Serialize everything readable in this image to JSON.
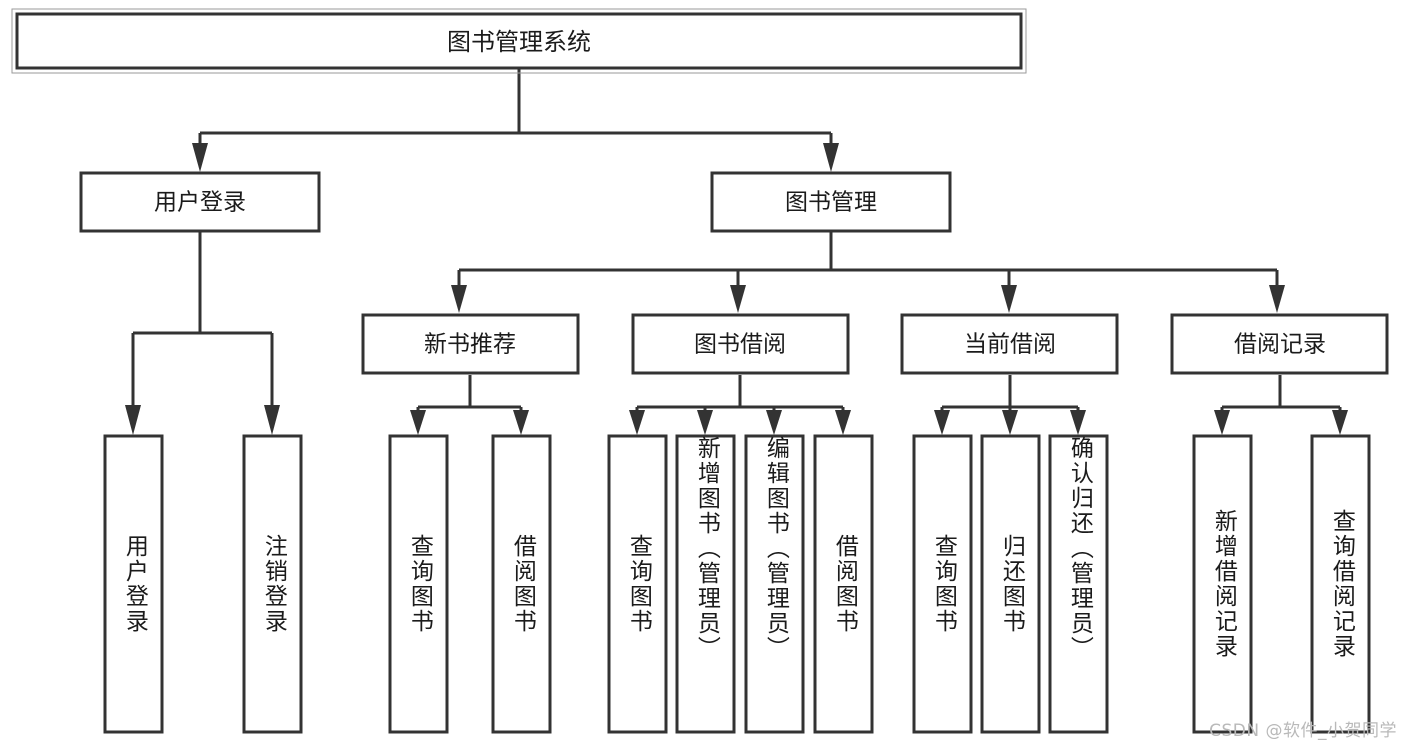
{
  "diagram": {
    "type": "hierarchy-tree",
    "title": "图书管理系统",
    "watermark": "CSDN @软件_小贺同学",
    "colors": {
      "box_stroke": "#333333",
      "box_fill": "#ffffff",
      "text": "#1b1b1b",
      "watermark": "#b9b9b9",
      "background": "#ffffff"
    },
    "levels": {
      "root": "图书管理系统",
      "level2": [
        "用户登录",
        "图书管理"
      ],
      "level3": [
        "新书推荐",
        "图书借阅",
        "当前借阅",
        "借阅记录"
      ]
    },
    "nodes": {
      "root": {
        "label": "图书管理系统"
      },
      "user_login": {
        "label": "用户登录"
      },
      "book_manage": {
        "label": "图书管理"
      },
      "new_book_rec": {
        "label": "新书推荐"
      },
      "book_borrow": {
        "label": "图书借阅"
      },
      "current_borrow": {
        "label": "当前借阅"
      },
      "borrow_record": {
        "label": "借阅记录"
      }
    },
    "leaves": {
      "user_login": [
        {
          "label": "用户登录"
        },
        {
          "label": "注销登录"
        }
      ],
      "new_book_rec": [
        {
          "label": "查询图书"
        },
        {
          "label": "借阅图书"
        }
      ],
      "book_borrow": [
        {
          "label": "查询图书"
        },
        {
          "label": "新增图书（管理员）"
        },
        {
          "label": "编辑图书（管理员）"
        },
        {
          "label": "借阅图书"
        }
      ],
      "current_borrow": [
        {
          "label": "查询图书"
        },
        {
          "label": "归还图书"
        },
        {
          "label": "确认归还（管理员）"
        }
      ],
      "borrow_record": [
        {
          "label": "新增借阅记录"
        },
        {
          "label": "查询借阅记录"
        }
      ]
    }
  }
}
